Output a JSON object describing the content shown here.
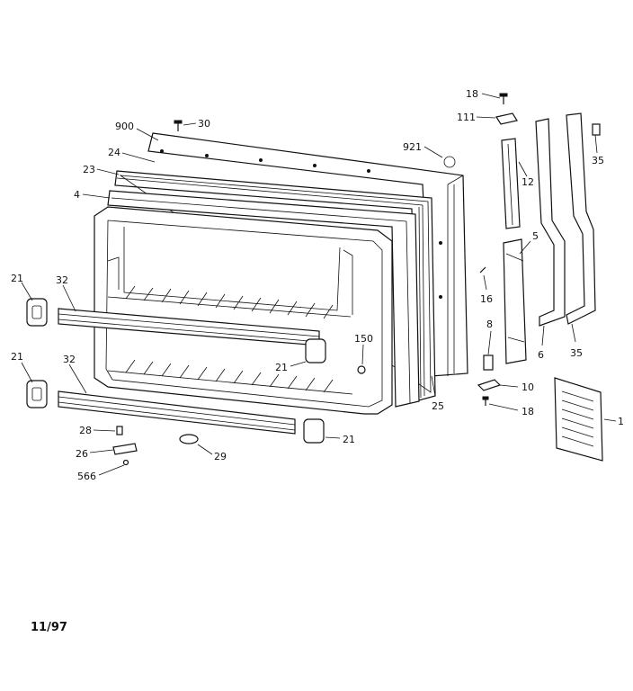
{
  "diagram": {
    "date_code": "11/97",
    "callouts": {
      "c18a": "18",
      "c111": "111",
      "c900": "900",
      "c30": "30",
      "c24": "24",
      "c921": "921",
      "c12": "12",
      "c35a": "35",
      "c23": "23",
      "c4": "4",
      "c5": "5",
      "c16": "16",
      "c21a": "21",
      "c32a": "32",
      "c8": "8",
      "c150": "150",
      "c21b": "21",
      "c6": "6",
      "c35b": "35",
      "c21c": "21",
      "c32b": "32",
      "c25": "25",
      "c10": "10",
      "c18b": "18",
      "c1": "1",
      "c28": "28",
      "c21d": "21",
      "c26": "26",
      "c29": "29",
      "c566": "566"
    }
  }
}
